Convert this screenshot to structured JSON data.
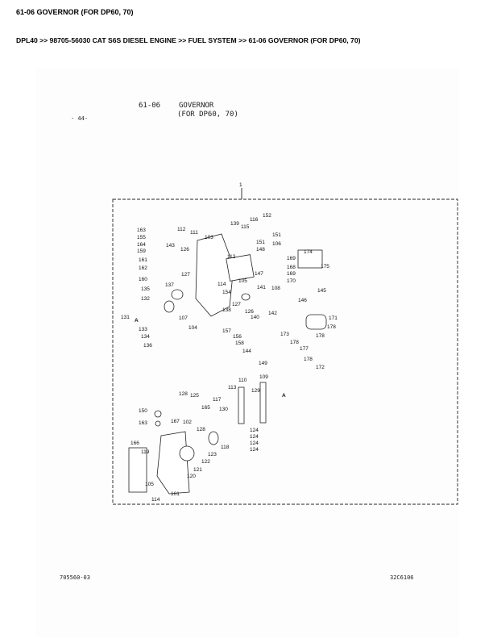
{
  "header": {
    "title": "61-06 GOVERNOR (FOR DP60, 70)",
    "breadcrumb": "DPL40 >> 98705-56030 CAT S6S DIESEL ENGINE >> FUEL SYSTEM >> 61-06 GOVERNOR (FOR DP60, 70)"
  },
  "sheet": {
    "page_number": "- 44-",
    "section": "61-06",
    "title_line1": "GOVERNOR",
    "title_line2": "(FOR DP60, 70)",
    "assembly_callout": "1",
    "footer_left": "705560-03",
    "footer_right": "32C6106"
  },
  "diagram": {
    "callouts": [
      "163",
      "155",
      "164",
      "159",
      "161",
      "162",
      "160",
      "135",
      "132",
      "131",
      "A",
      "133",
      "134",
      "136",
      "137",
      "112",
      "111",
      "103",
      "143",
      "126",
      "127",
      "107",
      "104",
      "139",
      "115",
      "116",
      "152",
      "151",
      "151",
      "106",
      "112",
      "148",
      "169",
      "168",
      "169",
      "170",
      "147",
      "105",
      "114",
      "154",
      "108",
      "141",
      "127",
      "138",
      "126",
      "140",
      "142",
      "174",
      "175",
      "145",
      "146",
      "171",
      "178",
      "173",
      "178",
      "177",
      "178",
      "178",
      "172",
      "157",
      "156",
      "158",
      "144",
      "149",
      "109",
      "110",
      "113",
      "129",
      "A",
      "128",
      "125",
      "117",
      "165",
      "130",
      "150",
      "163",
      "167",
      "102",
      "128",
      "124",
      "124",
      "124",
      "124",
      "166",
      "119",
      "118",
      "123",
      "122",
      "121",
      "120",
      "105",
      "114",
      "101"
    ]
  }
}
